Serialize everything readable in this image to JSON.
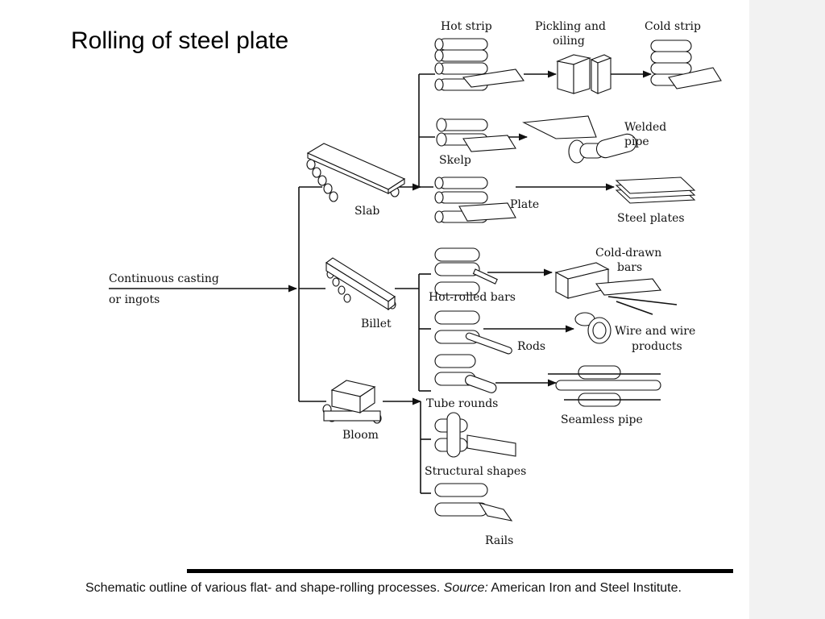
{
  "title": "Rolling of steel plate",
  "caption": {
    "text_before": "Schematic outline of various flat- and shape-rolling processes. ",
    "source_label": "Source:",
    "text_after": " American Iron and Steel Institute."
  },
  "labels": {
    "input_line1": "Continuous casting",
    "input_line2": "or ingots",
    "slab": "Slab",
    "billet": "Billet",
    "bloom": "Bloom",
    "hot_strip": "Hot strip",
    "pickling_line1": "Pickling and",
    "pickling_line2": "oiling",
    "cold_strip": "Cold strip",
    "welded_line1": "Welded",
    "welded_line2": "pipe",
    "skelp": "Skelp",
    "plate": "Plate",
    "steel_plates": "Steel plates",
    "cold_drawn_line1": "Cold-drawn",
    "cold_drawn_line2": "bars",
    "hot_rolled_bars": "Hot-rolled bars",
    "wire_line1": "Wire and wire",
    "wire_line2": "products",
    "rods": "Rods",
    "tube_rounds": "Tube rounds",
    "seamless_pipe": "Seamless pipe",
    "structural_shapes": "Structural shapes",
    "rails": "Rails"
  }
}
